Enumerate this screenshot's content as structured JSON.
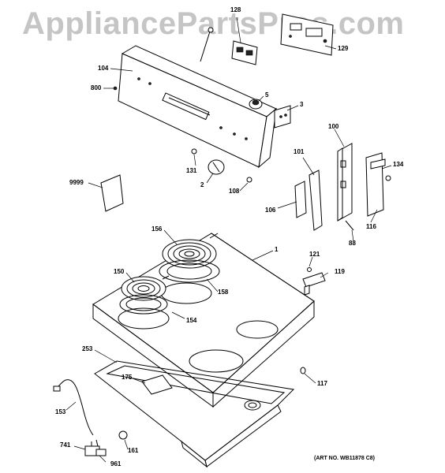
{
  "watermark": "AppliancePartsPros.com",
  "art_number": "(ART NO. WB11878 C8)",
  "part_labels": {
    "p128": "128",
    "p129": "129",
    "p104": "104",
    "p800": "800",
    "p5": "5",
    "p3": "3",
    "p100": "100",
    "p101": "101",
    "p131": "131",
    "p2": "2",
    "p108": "108",
    "p134": "134",
    "p9999": "9999",
    "p106": "106",
    "p116": "116",
    "p88": "88",
    "p156": "156",
    "p1": "1",
    "p121": "121",
    "p150": "150",
    "p119": "119",
    "p158": "158",
    "p154": "154",
    "p253": "253",
    "p175": "175",
    "p117": "117",
    "p153": "153",
    "p741": "741",
    "p161": "161",
    "p961": "961"
  }
}
